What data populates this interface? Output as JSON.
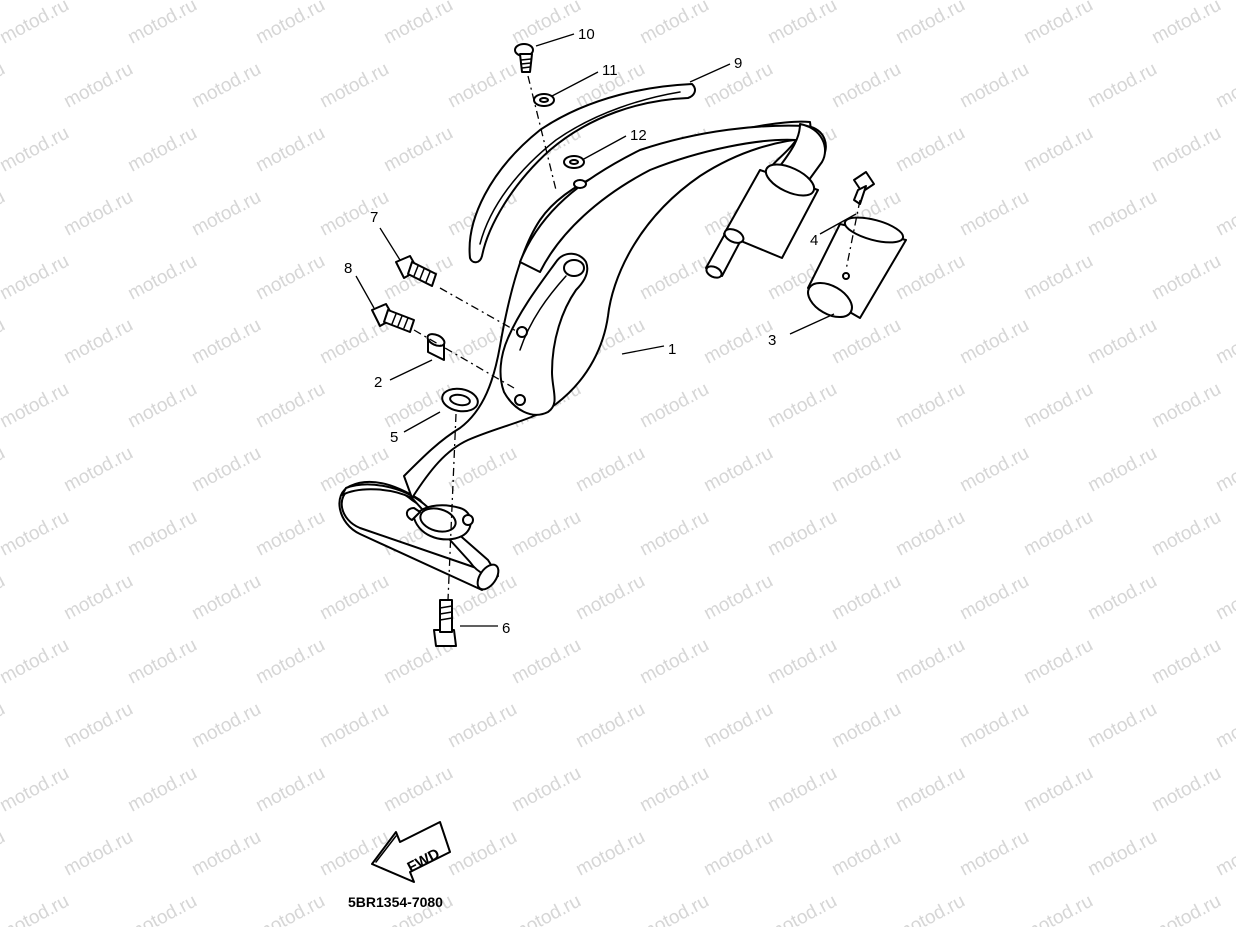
{
  "watermark": "motod.ru",
  "callouts": {
    "p1": "1",
    "p2": "2",
    "p3": "3",
    "p4": "4",
    "p5": "5",
    "p6": "6",
    "p7": "7",
    "p8": "8",
    "p9": "9",
    "p10": "10",
    "p11": "11",
    "p12": "12"
  },
  "fwd_label": "FWD",
  "diagram_code": "5BR1354-7080"
}
